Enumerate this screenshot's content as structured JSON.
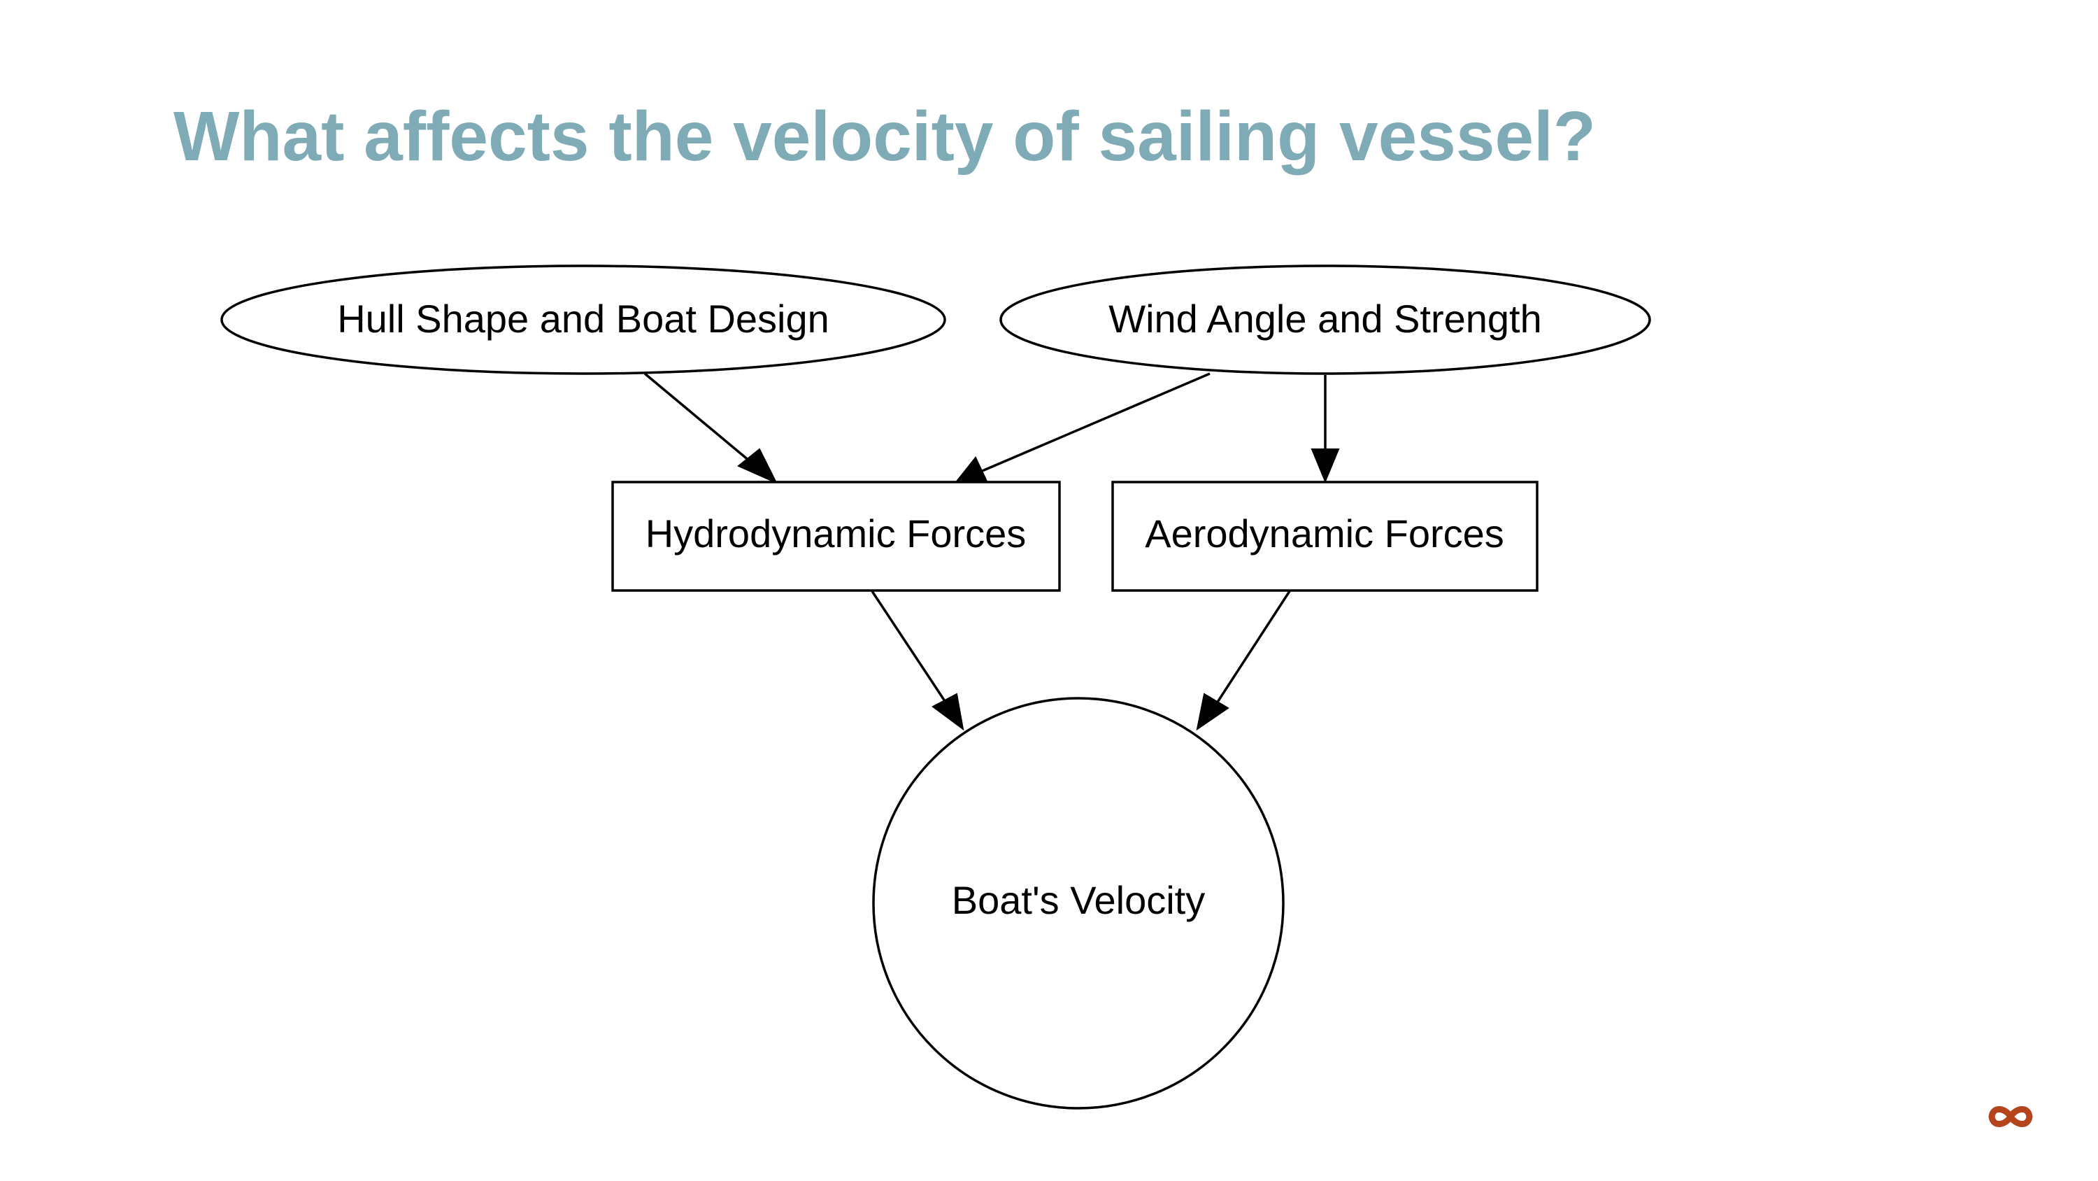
{
  "slide": {
    "title": "What affects the velocity of sailing vessel?",
    "accent_color": "#7eabb6",
    "logo_color": "#b5441d",
    "logo_icon": "infinity-icon"
  },
  "diagram": {
    "nodes": [
      {
        "id": "hull",
        "label": "Hull Shape and Boat Design",
        "shape": "ellipse"
      },
      {
        "id": "wind",
        "label": "Wind Angle and Strength",
        "shape": "ellipse"
      },
      {
        "id": "hydro",
        "label": "Hydrodynamic Forces",
        "shape": "box"
      },
      {
        "id": "aero",
        "label": "Aerodynamic Forces",
        "shape": "box"
      },
      {
        "id": "velocity",
        "label": "Boat's Velocity",
        "shape": "circle"
      }
    ],
    "edges": [
      {
        "from": "hull",
        "to": "hydro"
      },
      {
        "from": "wind",
        "to": "hydro"
      },
      {
        "from": "wind",
        "to": "aero"
      },
      {
        "from": "hydro",
        "to": "velocity"
      },
      {
        "from": "aero",
        "to": "velocity"
      }
    ]
  }
}
